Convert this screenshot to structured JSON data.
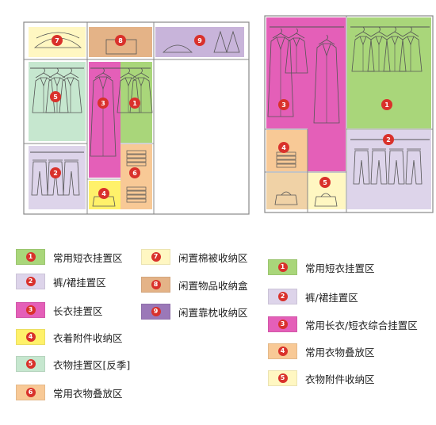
{
  "colors": {
    "green": "#a9d67a",
    "lavender": "#ddd4ea",
    "magenta": "#e45fb8",
    "yellow": "#fff16a",
    "mint": "#c6e7cf",
    "orange": "#f8c996",
    "peach": "#f0d2a6",
    "tan": "#e4b387",
    "purple": "#9b78b8",
    "cream": "#fff7c2",
    "badge": "#d9312b"
  },
  "left_diagram_numbers": [
    "7",
    "8",
    "9",
    "5",
    "3",
    "1",
    "2",
    "6",
    "4"
  ],
  "right_diagram_numbers": [
    "3",
    "1",
    "2",
    "4",
    "5"
  ],
  "legend_left": [
    {
      "n": "1",
      "text": "常用短衣挂置区",
      "color": "#a9d67a"
    },
    {
      "n": "2",
      "text": "裤/裙挂置区",
      "color": "#ddd4ea"
    },
    {
      "n": "3",
      "text": "长衣挂置区",
      "color": "#e45fb8"
    },
    {
      "n": "4",
      "text": "衣着附件收纳区",
      "color": "#fff16a"
    },
    {
      "n": "5",
      "text": "衣物挂置区[反季]",
      "color": "#c6e7cf"
    },
    {
      "n": "6",
      "text": "常用衣物叠放区",
      "color": "#f8c996"
    }
  ],
  "legend_middle": [
    {
      "n": "7",
      "text": "闲置棉被收纳区",
      "color": "#fff7c2"
    },
    {
      "n": "8",
      "text": "闲置物品收纳盒",
      "color": "#e4b387"
    },
    {
      "n": "9",
      "text": "闲置靠枕收纳区",
      "color": "#9b78b8"
    }
  ],
  "legend_right": [
    {
      "n": "1",
      "text": "常用短衣挂置区",
      "color": "#a9d67a"
    },
    {
      "n": "2",
      "text": "裤/裙挂置区",
      "color": "#ddd4ea"
    },
    {
      "n": "3",
      "text": "常用长衣/短衣综合挂置区",
      "color": "#e45fb8"
    },
    {
      "n": "4",
      "text": "常用衣物叠放区",
      "color": "#f8c996"
    },
    {
      "n": "5",
      "text": "衣物附件收纳区",
      "color": "#fff7c2"
    }
  ]
}
